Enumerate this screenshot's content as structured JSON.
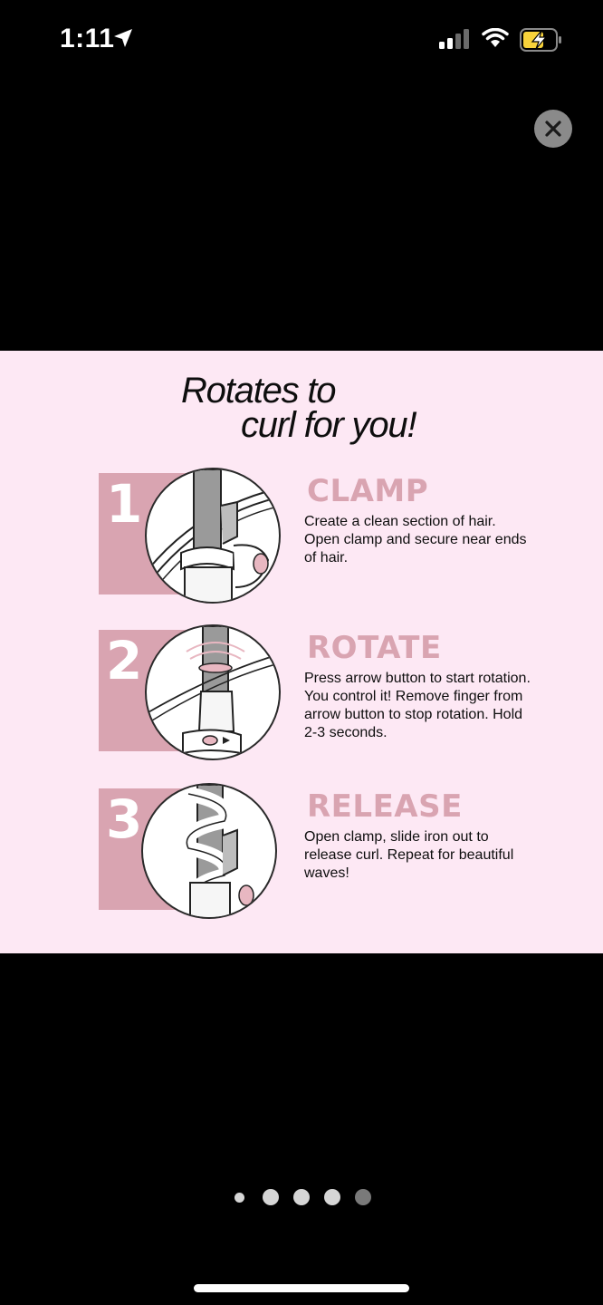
{
  "status_bar": {
    "time": "1:11",
    "icons": [
      "location-arrow-icon",
      "cellular-signal-icon",
      "wifi-icon",
      "battery-charging-icon"
    ],
    "battery_color": "#f7d23b"
  },
  "modal": {
    "close_icon": "close-icon",
    "headline_line1": "Rotates to",
    "headline_line2": "curl for you!",
    "background": "#fde8f4",
    "accent": "#d9a4b1",
    "steps": [
      {
        "number": "1",
        "title": "CLAMP",
        "description": "Create a clean section of hair. Open clamp and secure near ends of hair.",
        "illustration": "clamp-illustration-icon"
      },
      {
        "number": "2",
        "title": "ROTATE",
        "description": "Press arrow button to start rotation. You control it! Remove finger from arrow button to stop rotation. Hold 2-3 seconds.",
        "illustration": "rotate-illustration-icon"
      },
      {
        "number": "3",
        "title": "RELEASE",
        "description": "Open clamp, slide iron out to release curl. Repeat for beautiful waves!",
        "illustration": "release-illustration-icon"
      }
    ]
  },
  "pager": {
    "count": 5,
    "active_index": 0
  }
}
